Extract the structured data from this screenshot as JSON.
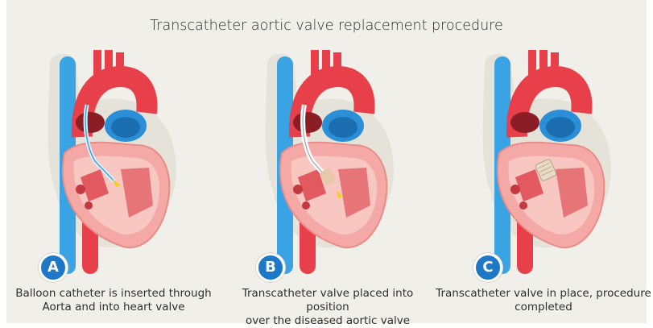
{
  "title": "Transcatheter aortic valve replacement procedure",
  "panels": [
    {
      "label": "A",
      "caption_line1": "Balloon catheter is inserted through",
      "caption_line2": "Aorta and into heart valve"
    },
    {
      "label": "B",
      "caption_line1": "Transcatheter valve placed into position",
      "caption_line2": "over the diseased aortic valve"
    },
    {
      "label": "C",
      "caption_line1": "Transcatheter valve in place, procedure",
      "caption_line2": "completed"
    }
  ],
  "colors": {
    "vein_blue": "#3aa3e3",
    "artery_red": "#e8404a",
    "heart_pink": "#f5a9a6",
    "heart_inner": "#f8c7c2",
    "badge_blue": "#1e78c8",
    "background": "#f1efea"
  }
}
